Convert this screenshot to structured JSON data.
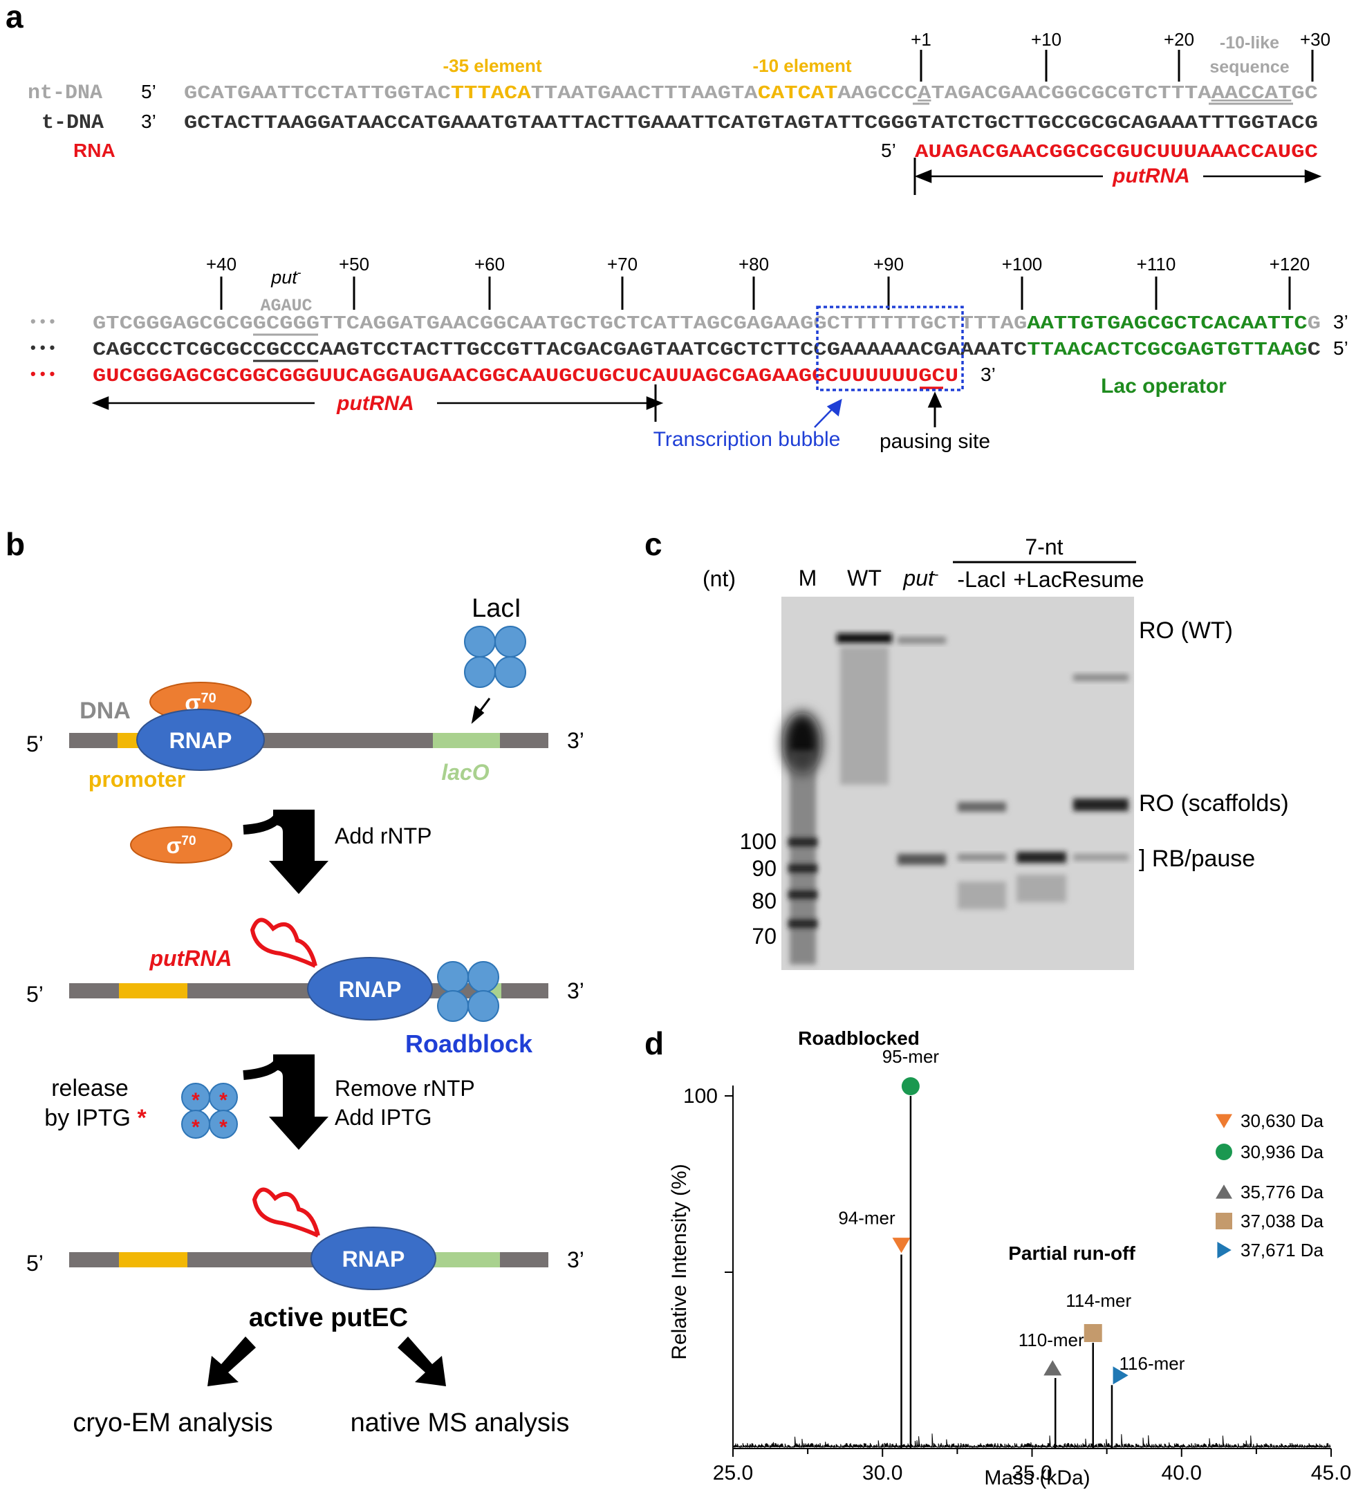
{
  "panel_a": {
    "label": "a",
    "row1": {
      "positions": [
        "+1",
        "+10",
        "+20",
        "+30"
      ],
      "minus10like_line1": "-10-like",
      "minus10like_line2": "sequence",
      "minus35_label": "-35 element",
      "minus10_label": "-10 element",
      "nt_label": "nt-DNA",
      "t_label": "t-DNA",
      "rna_label": "RNA",
      "nt_end5": "5’",
      "t_end3": "3’",
      "rna_end5": "5’",
      "nt_seq_a": "GCATGAATTCCTATTGGTAC",
      "nt_seq_b": "TTTACA",
      "nt_seq_c": "TTAATGAACTTTAAGTA",
      "nt_seq_d": "CATCAT",
      "nt_seq_e": "AAGCCC",
      "nt_seq_f": "A",
      "nt_seq_g": "TAGACGAACGGCGCGTCTTTA",
      "nt_seq_h": "AACCAT",
      "nt_seq_i": "GC",
      "t_seq": "GCTACTTAAGGATAACCATGAAATGTAATTACTTGAAATTCATGTAGTATTCGGGTATCTGCTTGCCGCGCAGAAATTTGGTACG",
      "rna_seq": "AUAGACGAACGGCGCGUCUUUAAACCAUGC",
      "putrna_label": "putRNA"
    },
    "row2": {
      "positions": [
        "+40",
        "+50",
        "+60",
        "+70",
        "+80",
        "+90",
        "+100",
        "+110",
        "+120"
      ],
      "put_minus": "put",
      "put_minus_seq": "AGAUC",
      "dots": "• • •",
      "nt_seq_a": "GTCGGGAGCGCG",
      "nt_seq_b": "GCGGG",
      "nt_seq_c": "TTCAGGATGAACGGCAATGCTGCTCATTAGCGAGAAGGCTTTTTTGCTTTTAG",
      "nt_seq_lac": "AATTGTGAGCGCTCACAATTC",
      "nt_seq_end": "G",
      "nt_end3": "3’",
      "t_seq_a": "CAGCCCTCGCGCCGCCCAAGTCCTACTTGCCGTTACGACGAGTAATCGCTCTTCCGAAAAAACGAAAATC",
      "t_seq_lac": "TTAACACTCGCGAGTGTTAAG",
      "t_seq_end": "C",
      "t_end5": "5’",
      "rna_seq_a": "GUCGGGAGCGCGGCGGGUUCAGGAUGAACGGCAAUGCUGCUCAUUAGCGAGAAGGCUUUUUU",
      "rna_seq_b": "GC",
      "rna_seq_c": "U",
      "rna_end3": "3’",
      "lac_operator": "Lac operator",
      "putrna_label": "putRNA",
      "bubble_label": "Transcription bubble",
      "pausing_label": "pausing site"
    }
  },
  "panel_b": {
    "label": "b",
    "laci": "LacI",
    "dna": "DNA",
    "sigma": "σ",
    "sigma_sup": "70",
    "rnap": "RNAP",
    "promoter": "promoter",
    "laco": "lacO",
    "end5": "5’",
    "end3": "3’",
    "add_rntp": "Add rNTP",
    "putrna": "putRNA",
    "roadblock": "Roadblock",
    "release_line1": "release",
    "release_line2": "by IPTG",
    "remove_rntp": "Remove rNTP",
    "add_iptg": "Add IPTG",
    "active_putec": "active putEC",
    "cryo_em": "cryo-EM analysis",
    "native_ms": "native MS analysis"
  },
  "panel_c": {
    "label": "c",
    "group_label": "7-nt",
    "unit": "(nt)",
    "lanes": [
      "M",
      "WT",
      "put",
      "-LacI",
      "+LacI",
      "Resume"
    ],
    "markers": [
      "100",
      "90",
      "80",
      "70"
    ],
    "band_labels": [
      "RO (WT)",
      "RO (scaffolds)",
      "] RB/pause"
    ]
  },
  "panel_d": {
    "label": "d",
    "chart_data": {
      "type": "line",
      "title": "",
      "xlabel": "Mass (kDa)",
      "ylabel": "Relative Intensity (%)",
      "xlim": [
        25.0,
        45.0
      ],
      "ylim": [
        0,
        100
      ],
      "x_ticks": [
        "25.0",
        "30.0",
        "35.0",
        "40.0",
        "45.0"
      ],
      "y_ticks": [
        "100"
      ],
      "annotations": [
        "Roadblocked",
        "Partial run-off"
      ],
      "peaks": [
        {
          "label": "94-mer",
          "mass": 30.63,
          "intensity": 55,
          "marker": "triangle-down",
          "color": "#ee7b30"
        },
        {
          "label": "95-mer",
          "mass": 30.94,
          "intensity": 100,
          "marker": "circle",
          "color": "#1a9850"
        },
        {
          "label": "110-mer",
          "mass": 35.78,
          "intensity": 20,
          "marker": "triangle-up",
          "color": "#6b6b6b"
        },
        {
          "label": "114-mer",
          "mass": 37.04,
          "intensity": 30,
          "marker": "square",
          "color": "#c49a6c"
        },
        {
          "label": "116-mer",
          "mass": 37.67,
          "intensity": 18,
          "marker": "triangle-right",
          "color": "#1f78b4"
        }
      ],
      "legend": [
        {
          "label": "30,630 Da",
          "marker": "triangle-down",
          "color": "#ee7b30"
        },
        {
          "label": "30,936 Da",
          "marker": "circle",
          "color": "#1a9850"
        },
        {
          "label": "35,776 Da",
          "marker": "triangle-up",
          "color": "#6b6b6b"
        },
        {
          "label": "37,038 Da",
          "marker": "square",
          "color": "#c49a6c"
        },
        {
          "label": "37,671 Da",
          "marker": "triangle-right",
          "color": "#1f78b4"
        }
      ],
      "legend_placement": "top-right"
    }
  },
  "colors": {
    "gray_dna": "#a6a6a6",
    "dark": "#333333",
    "red": "#e8141a",
    "gold": "#f2b705",
    "green": "#1e8b1e",
    "blue": "#1f3fd6",
    "rnap": "#3a6ec8",
    "sigma": "#ed7d31",
    "laci": "#5b9bd5",
    "lacO": "#a9d18e"
  }
}
